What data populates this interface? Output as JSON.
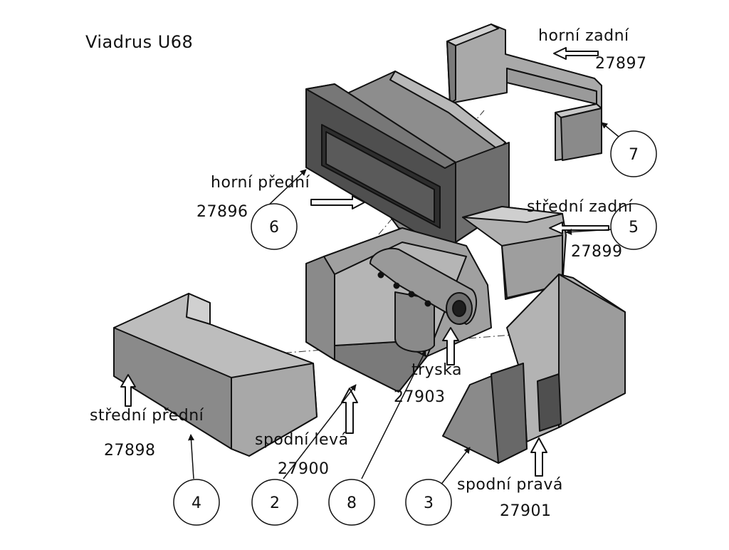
{
  "title": "Viadrus U68",
  "colors": {
    "light": "#c2c2c2",
    "mid": "#999999",
    "dark": "#5e5e5e",
    "darker": "#474747",
    "outline": "#111111"
  },
  "parts": [
    {
      "callout": "6",
      "name": "horní přední",
      "code": "27896"
    },
    {
      "callout": "7",
      "name": "horní zadní",
      "code": "27897"
    },
    {
      "callout": "5",
      "name": "střední zadní",
      "code": "27899"
    },
    {
      "callout": "4",
      "name": "střední přední",
      "code": "27898"
    },
    {
      "callout": "2",
      "name": "spodní levá",
      "code": "27900"
    },
    {
      "callout": "8",
      "name": "tryska",
      "code": "27903"
    },
    {
      "callout": "3",
      "name": "spodní pravá",
      "code": "27901"
    }
  ]
}
